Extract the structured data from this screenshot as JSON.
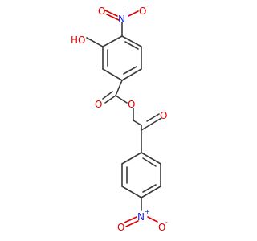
{
  "molecule": {
    "atoms": {
      "hydroxyl_o": "O",
      "hydroxyl_h": "H",
      "nitro_top_n": "N",
      "nitro_top_plus": "+",
      "nitro_top_o_left": "O",
      "nitro_top_o_right": "O",
      "nitro_top_minus": "-",
      "ester_carbonyl_o": "O",
      "ester_o": "O",
      "ketone_o": "O",
      "nitro_bottom_n": "N",
      "nitro_bottom_plus": "+",
      "nitro_bottom_o_left": "O",
      "nitro_bottom_o_right": "O",
      "nitro_bottom_minus": "-"
    },
    "colors": {
      "bond": "#3a3a3a",
      "oxygen": "#e00000",
      "nitrogen": "#2020e0"
    }
  }
}
